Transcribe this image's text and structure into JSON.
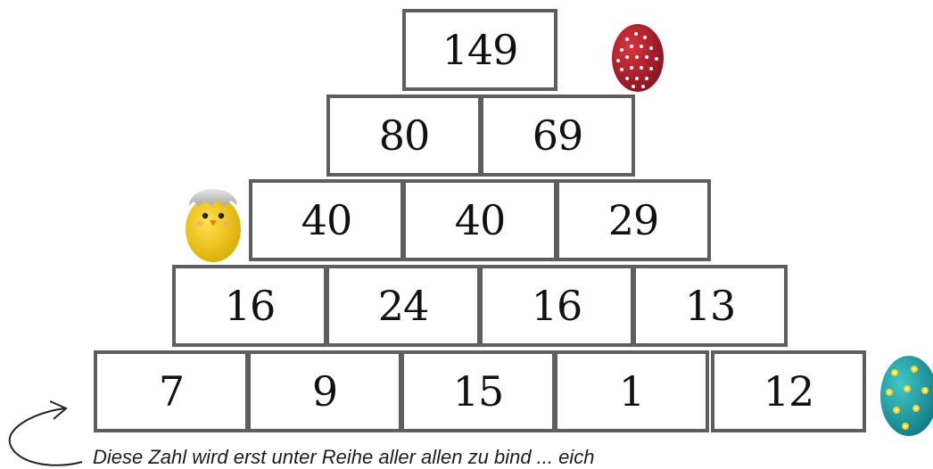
{
  "pyramid": {
    "rows": [
      [
        "149"
      ],
      [
        "80",
        "69"
      ],
      [
        "40",
        "40",
        "29"
      ],
      [
        "16",
        "24",
        "16",
        "13"
      ],
      [
        "7",
        "9",
        "15",
        "1",
        "12"
      ]
    ]
  },
  "footer": {
    "instruction_text": "Diese Zahl wird erst unter Reihe aller allen zu bind ... eich"
  },
  "decorations": {
    "egg_red": {
      "icon": "red-polka-dot-egg-icon",
      "color": "#b01e2a"
    },
    "chick": {
      "icon": "hatching-chick-icon",
      "color": "#f1c50f"
    },
    "egg_teal": {
      "icon": "teal-flower-egg-icon",
      "color": "#1ea3a8"
    },
    "arrow": {
      "icon": "curved-arrow-icon"
    }
  }
}
